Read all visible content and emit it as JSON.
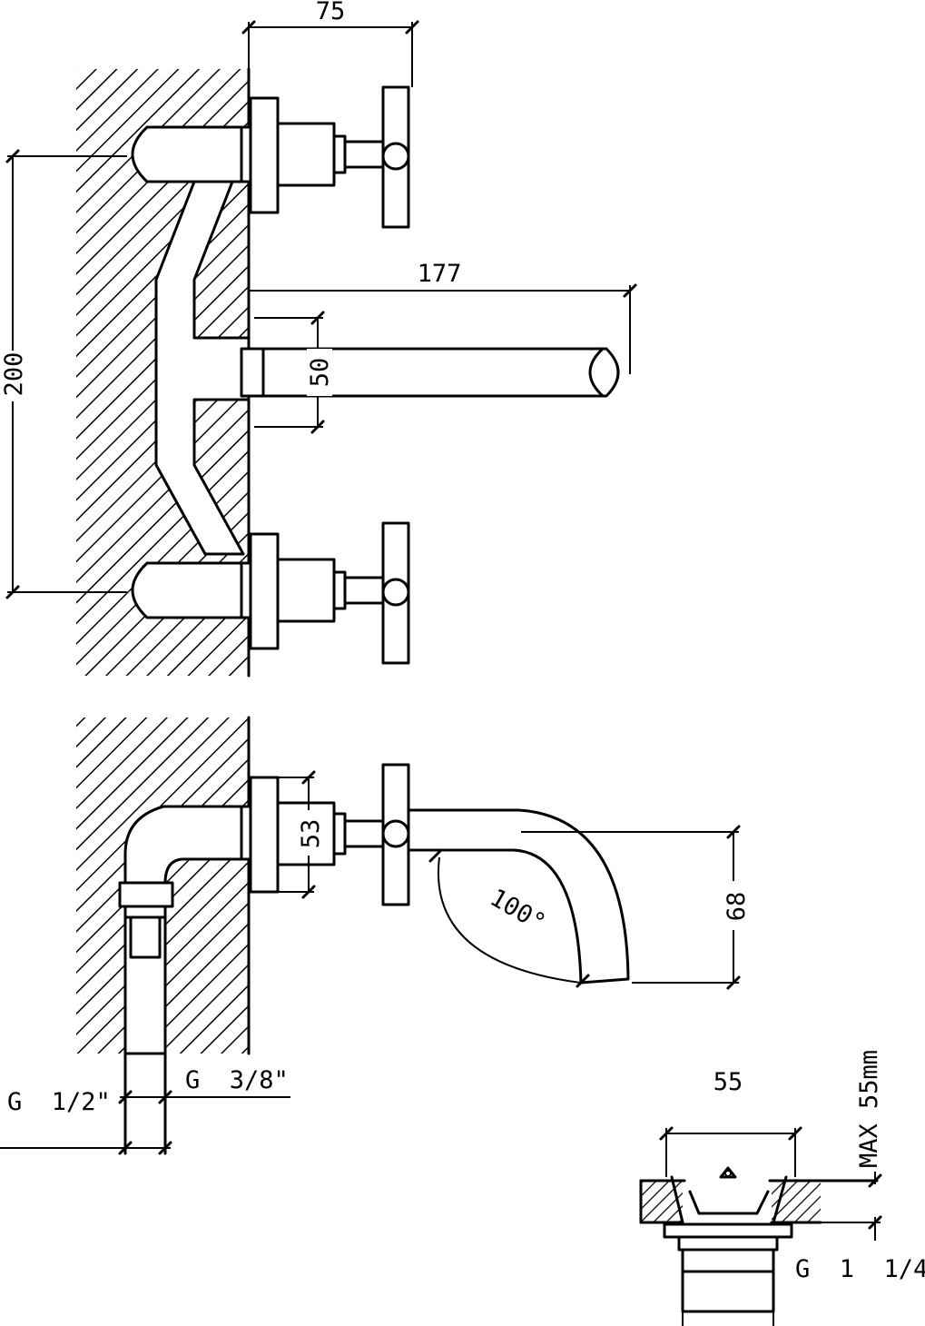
{
  "colors": {
    "ink": "#000000",
    "paper": "#ffffff"
  },
  "dimensions": {
    "top_width": "75",
    "spout_length": "177",
    "handle_spacing": "200",
    "spout_height": "50",
    "body_depth": "53",
    "spout_drop": "68",
    "spout_angle": "100°",
    "waste_width": "55",
    "waste_max": "MAX 55mm"
  },
  "threads": {
    "inlet": "G 1/2\"",
    "outlet": "G 3/8\"",
    "waste": "G 1 1/4\""
  }
}
